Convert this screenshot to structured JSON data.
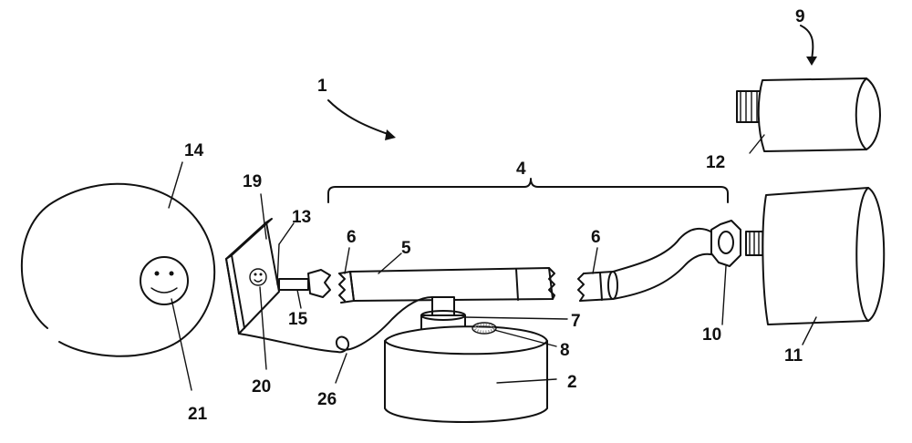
{
  "labels": {
    "l1": "1",
    "l2": "2",
    "l4": "4",
    "l5": "5",
    "l6a": "6",
    "l6b": "6",
    "l7": "7",
    "l8": "8",
    "l9": "9",
    "l10": "10",
    "l11": "11",
    "l12": "12",
    "l13": "13",
    "l14": "14",
    "l15": "15",
    "l19": "19",
    "l20": "20",
    "l21": "21",
    "l26": "26"
  },
  "colors": {
    "ink": "#111111",
    "paper": "#ffffff",
    "dots": "#888888"
  }
}
